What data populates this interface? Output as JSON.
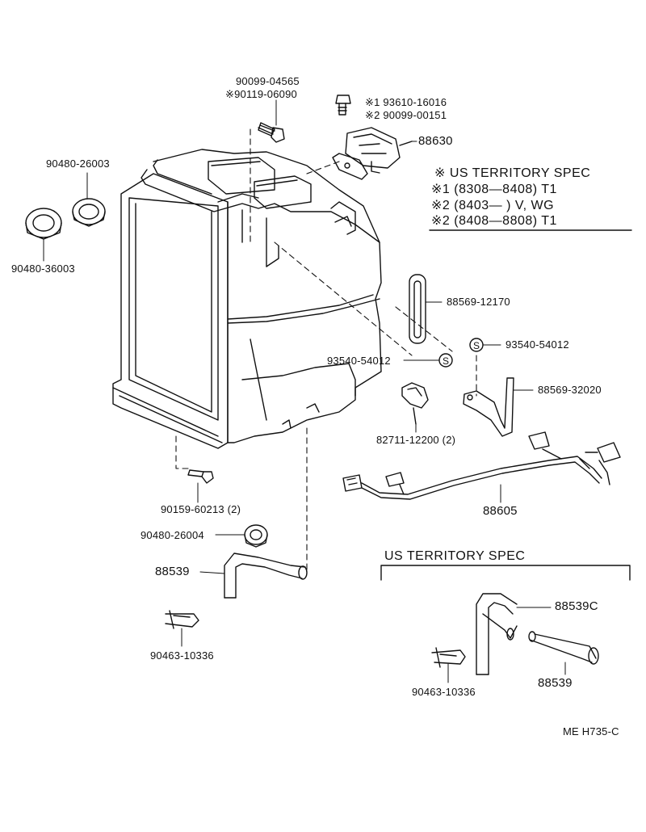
{
  "spec_box": {
    "title": "※ US TERRITORY SPEC",
    "line1": "※1 (8308—8408) T1",
    "line2": "※2 (8403—      ) V, WG",
    "line3": "※2 (8408—8808) T1"
  },
  "labels": {
    "p90099_04565": "90099-04565",
    "p90119_06090": "※90119-06090",
    "p93610_16016": "※1 93610-16016",
    "p90099_00151": "※2 90099-00151",
    "p88630": "88630",
    "p90480_26003": "90480-26003",
    "p90480_36003": "90480-36003",
    "p88569_12170": "88569-12170",
    "p93540_54012_a": "93540-54012",
    "p93540_54012_b": "93540-54012",
    "p88569_32020": "88569-32020",
    "p82711_12200": "82711-12200 (2)",
    "p88605": "88605",
    "p90159_60213": "90159-60213 (2)",
    "p90480_26004": "90480-26004",
    "p88539_a": "88539",
    "p90463_10336_a": "90463-10336",
    "us_spec_title": "US TERRITORY SPEC",
    "p88539C": "88539C",
    "p88539_b": "88539",
    "p90463_10336_b": "90463-10336",
    "code": "ME  H735-C"
  },
  "symbols": {
    "circle_s": "S"
  }
}
